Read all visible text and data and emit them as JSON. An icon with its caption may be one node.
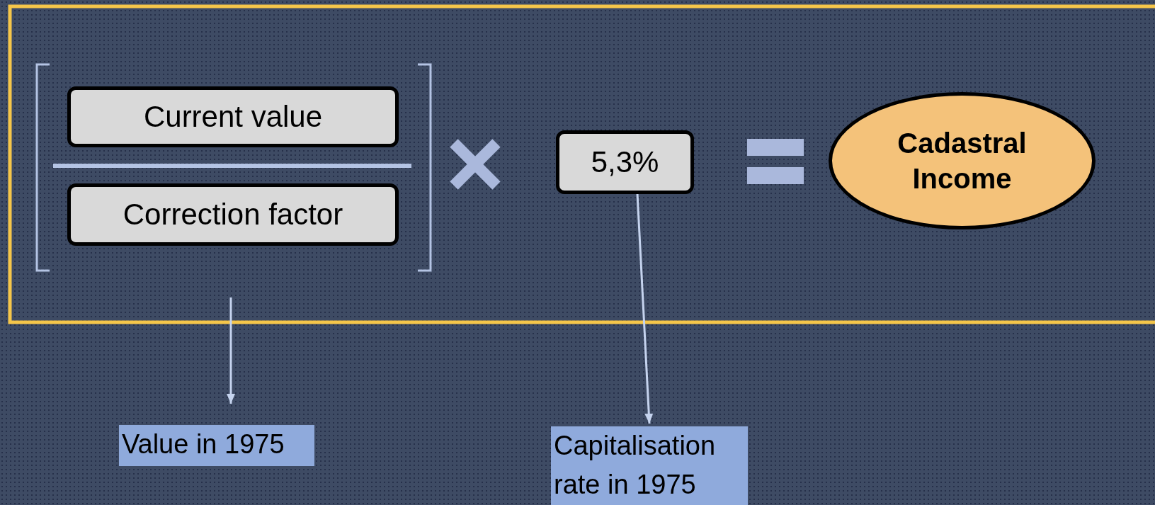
{
  "diagram": {
    "nodes": [
      {
        "text": [
          "Current value"
        ]
      },
      {
        "text": [
          "Correction factor"
        ]
      },
      {
        "text": [
          "5,3%"
        ]
      },
      {
        "text": [
          "Cadastral Income"
        ]
      },
      {
        "text": [
          "Value in 1975"
        ]
      },
      {
        "text": [
          "Capitalisation rate in 1975"
        ]
      }
    ],
    "edges": [
      {
        "from": null,
        "to": 4,
        "arrow": "to"
      },
      {
        "from": 2,
        "to": 5,
        "arrow": "to"
      }
    ]
  }
}
